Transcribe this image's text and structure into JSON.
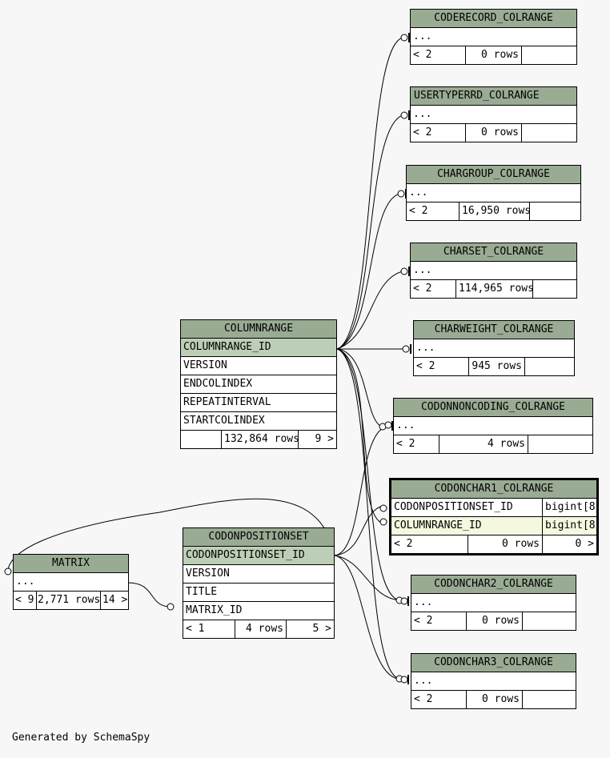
{
  "tables": {
    "coderecord": {
      "name": "CODERECORD_COLRANGE",
      "rows": [
        "..."
      ],
      "footer": {
        "left": "< 2",
        "count": "0 rows",
        "right": ""
      }
    },
    "usertyperrd": {
      "name": "USERTYPERRD_COLRANGE",
      "rows": [
        "..."
      ],
      "footer": {
        "left": "< 2",
        "count": "0 rows",
        "right": ""
      }
    },
    "chargroup": {
      "name": "CHARGROUP_COLRANGE",
      "rows": [
        "..."
      ],
      "footer": {
        "left": "< 2",
        "count": "16,950 rows",
        "right": ""
      }
    },
    "charset": {
      "name": "CHARSET_COLRANGE",
      "rows": [
        "..."
      ],
      "footer": {
        "left": "< 2",
        "count": "114,965 rows",
        "right": ""
      }
    },
    "charweight": {
      "name": "CHARWEIGHT_COLRANGE",
      "rows": [
        "..."
      ],
      "footer": {
        "left": "< 2",
        "count": "945 rows",
        "right": ""
      }
    },
    "columnrange": {
      "name": "COLUMNRANGE",
      "rows": [
        "COLUMNRANGE_ID",
        "VERSION",
        "ENDCOLINDEX",
        "REPEATINTERVAL",
        "STARTCOLINDEX"
      ],
      "footer": {
        "left": "",
        "count": "132,864 rows",
        "right": "9 >"
      }
    },
    "codonnoncoding": {
      "name": "CODONNONCODING_COLRANGE",
      "rows": [
        "..."
      ],
      "footer": {
        "left": "< 2",
        "count": "4 rows",
        "right": ""
      }
    },
    "codonchar1": {
      "name": "CODONCHAR1_COLRANGE",
      "rows": [
        {
          "name": "CODONPOSITIONSET_ID",
          "type": "bigint[8"
        },
        {
          "name": "COLUMNRANGE_ID",
          "type": "bigint[8"
        }
      ],
      "footer": {
        "left": "< 2",
        "count": "0 rows",
        "right": "0 >"
      }
    },
    "codonpositionset": {
      "name": "CODONPOSITIONSET",
      "rows": [
        "CODONPOSITIONSET_ID",
        "VERSION",
        "TITLE",
        "MATRIX_ID"
      ],
      "footer": {
        "left": "< 1",
        "count": "4 rows",
        "right": "5 >"
      }
    },
    "matrix": {
      "name": "MATRIX",
      "rows": [
        "..."
      ],
      "footer": {
        "left": "< 9",
        "count": "2,771 rows",
        "right": "14 >"
      }
    },
    "codonchar2": {
      "name": "CODONCHAR2_COLRANGE",
      "rows": [
        "..."
      ],
      "footer": {
        "left": "< 2",
        "count": "0 rows",
        "right": ""
      }
    },
    "codonchar3": {
      "name": "CODONCHAR3_COLRANGE",
      "rows": [
        "..."
      ],
      "footer": {
        "left": "< 2",
        "count": "0 rows",
        "right": ""
      }
    }
  },
  "generated_by": "Generated by SchemaSpy",
  "colors": {
    "header": "#9aab93",
    "primary_key": "#bccfb6",
    "selected_row": "#f5f7df",
    "background": "#f7f7f7"
  }
}
